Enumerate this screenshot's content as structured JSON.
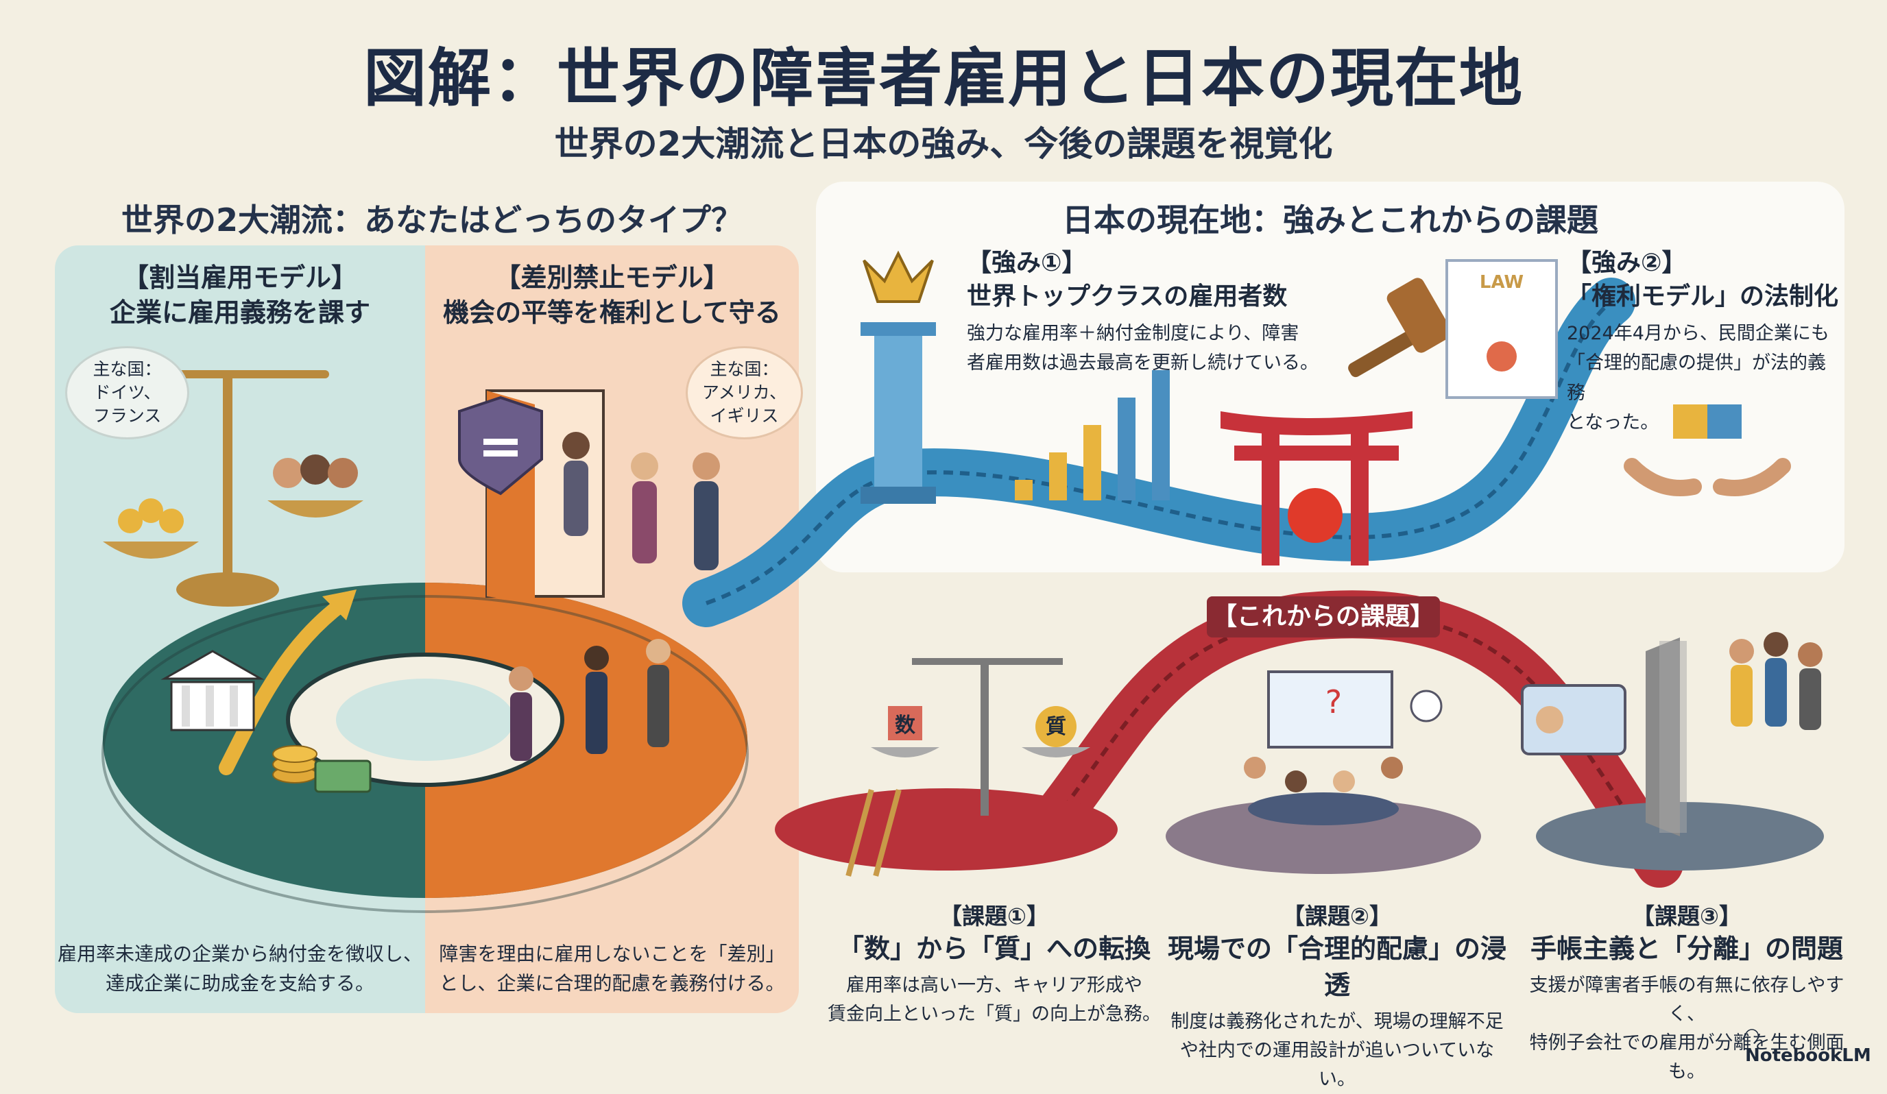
{
  "title": "図解：世界の障害者雇用と日本の現在地",
  "subtitle": "世界の2大潮流と日本の強み、今後の課題を視覚化",
  "left_section": {
    "heading": "世界の2大潮流：あなたはどっちのタイプ？",
    "quota_model": {
      "label": "【割当雇用モデル】",
      "tagline": "企業に雇用義務を課す",
      "countries_label": "主な国：",
      "countries": "ドイツ、\nフランス",
      "description": "雇用率未達成の企業から納付金を徴収し、\n達成企業に助成金を支給する。"
    },
    "antidiscrimination_model": {
      "label": "【差別禁止モデル】",
      "tagline": "機会の平等を権利として守る",
      "countries_label": "主な国：",
      "countries": "アメリカ、\nイギリス",
      "description": "障害を理由に雇用しないことを「差別」\nとし、企業に合理的配慮を義務付ける。"
    }
  },
  "right_section": {
    "heading": "日本の現在地：強みとこれからの課題",
    "strength1": {
      "label": "【強み①】",
      "title": "世界トップクラスの雇用者数",
      "description": "強力な雇用率＋納付金制度により、障害\n者雇用数は過去最高を更新し続けている。"
    },
    "strength2": {
      "label": "【強み②】",
      "title": "「権利モデル」の法制化",
      "description": "2024年4月から、民間企業にも\n「合理的配慮の提供」が法的義務\nとなった。"
    },
    "law_scroll_text": "LAW",
    "issues_banner": "【これからの課題】",
    "issue1": {
      "label": "【課題①】",
      "title": "「数」から「質」への転換",
      "description": "雇用率は高い一方、キャリア形成や\n賃金向上といった「質」の向上が急務。",
      "scale_left": "数",
      "scale_right": "質"
    },
    "issue2": {
      "label": "【課題②】",
      "title": "現場での「合理的配慮」の浸透",
      "description": "制度は義務化されたが、現場の理解不足\nや社内での運用設計が追いついていない。"
    },
    "issue3": {
      "label": "【課題③】",
      "title": "手帳主義と「分離」の問題",
      "description": "支援が障害者手帳の有無に依存しやすく、\n特例子会社での雇用が分離を生む側面も。"
    }
  },
  "brand": "NotebookLM",
  "colors": {
    "teal_panel": "#cfe6e2",
    "orange_panel": "#f7d7bf",
    "blue_road": "#3a8fc0",
    "red_road": "#b8323a",
    "gear_teal": "#2f6b63",
    "gear_orange": "#e0782e"
  }
}
